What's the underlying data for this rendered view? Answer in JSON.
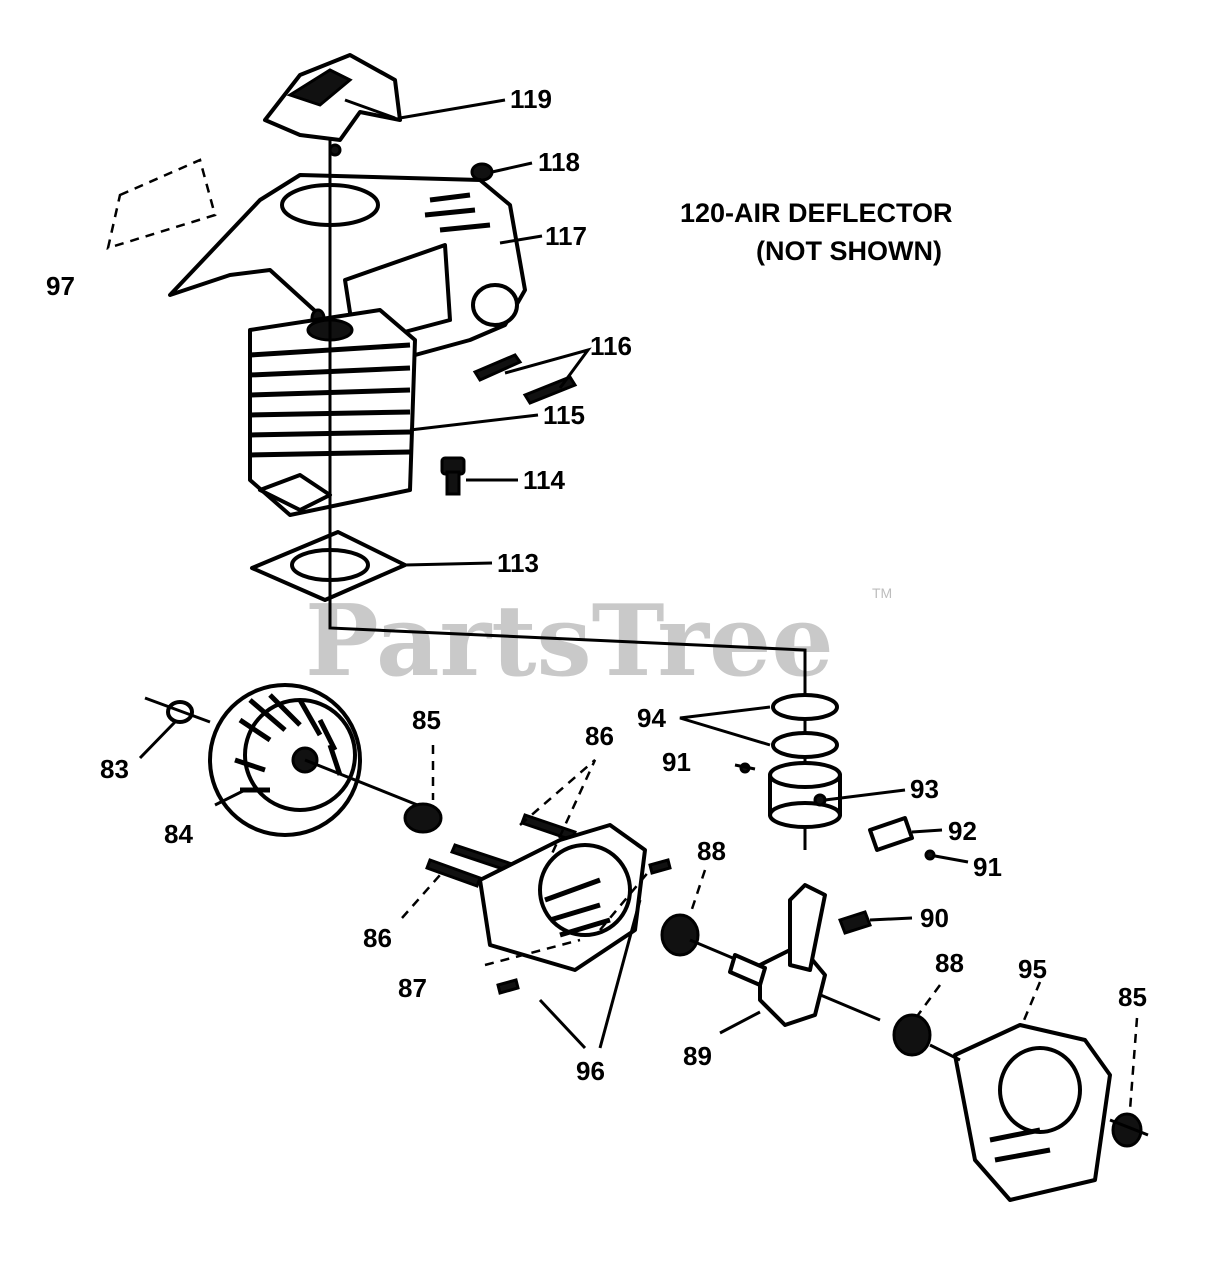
{
  "note": {
    "line1": "120-AIR DEFLECTOR",
    "line2": "(NOT SHOWN)"
  },
  "watermark": {
    "text": "PartsTree",
    "trademark": "TM"
  },
  "callouts": {
    "c119": "119",
    "c118": "118",
    "c117": "117",
    "c97": "97",
    "c116": "116",
    "c115": "115",
    "c114": "114",
    "c113": "113",
    "c94": "94",
    "c85a": "85",
    "c86a": "86",
    "c83": "83",
    "c91a": "91",
    "c93": "93",
    "c84": "84",
    "c92": "92",
    "c91b": "91",
    "c88a": "88",
    "c86b": "86",
    "c90": "90",
    "c87": "87",
    "c88b": "88",
    "c95": "95",
    "c85b": "85",
    "c89": "89",
    "c96": "96"
  }
}
